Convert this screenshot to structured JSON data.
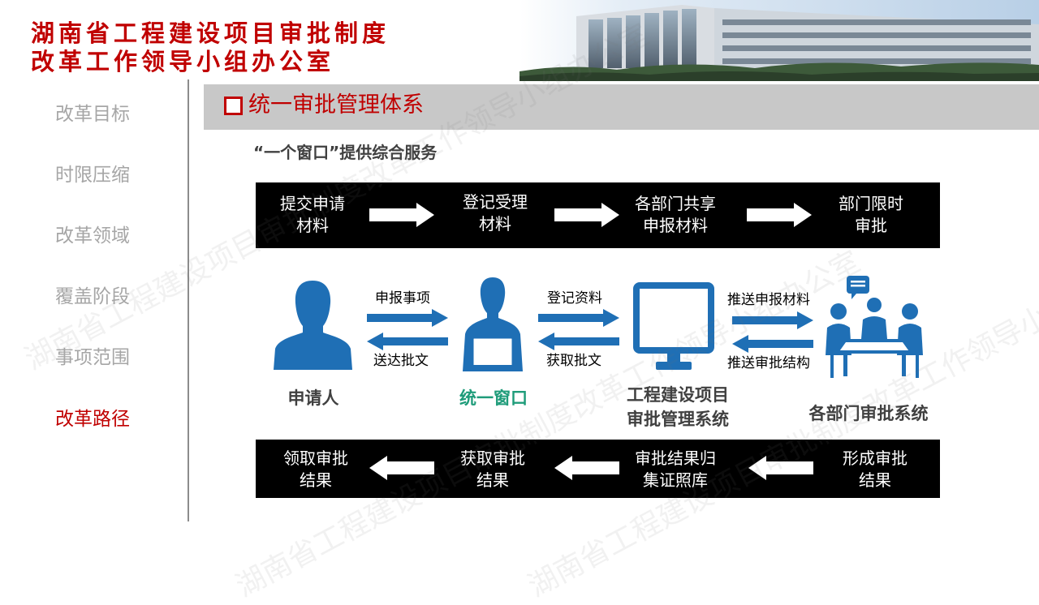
{
  "header": {
    "org_line1": "湖南省工程建设项目审批制度",
    "org_line2": "改革工作领导小组办公室"
  },
  "sidebar": {
    "items": [
      {
        "label": "改革目标",
        "active": false
      },
      {
        "label": "时限压缩",
        "active": false
      },
      {
        "label": "改革领域",
        "active": false
      },
      {
        "label": "覆盖阶段",
        "active": false
      },
      {
        "label": "事项范围",
        "active": false
      },
      {
        "label": "改革路径",
        "active": true
      }
    ]
  },
  "section": {
    "title": "统一审批管理体系",
    "subtitle": "“一个窗口”提供综合服务"
  },
  "top_flow": {
    "steps": [
      "提交申请\n材料",
      "登记受理\n材料",
      "各部门共享\n申报材料",
      "部门限时\n审批"
    ]
  },
  "middle_flow": {
    "nodes": {
      "applicant": "申请人",
      "window": "统一窗口",
      "system": "工程建设项目\n审批管理系统",
      "departments": "各部门审批系统"
    },
    "links": {
      "declare": "申报事项",
      "deliver": "送达批文",
      "register": "登记资料",
      "obtain": "获取批文",
      "push_materials": "推送申报材料",
      "push_results": "推送审批结构"
    }
  },
  "bottom_flow": {
    "steps": [
      "领取审批\n结果",
      "获取审批\n结果",
      "审批结果归\n集证照库",
      "形成审批\n结果"
    ]
  },
  "colors": {
    "brand_red": "#c00000",
    "icon_blue": "#1f6fb5",
    "teal": "#1f9c7a",
    "bar_black": "#000000"
  },
  "watermark": {
    "text": "湖南省工程建设项目审批制度改革工作领导小组办公室"
  }
}
